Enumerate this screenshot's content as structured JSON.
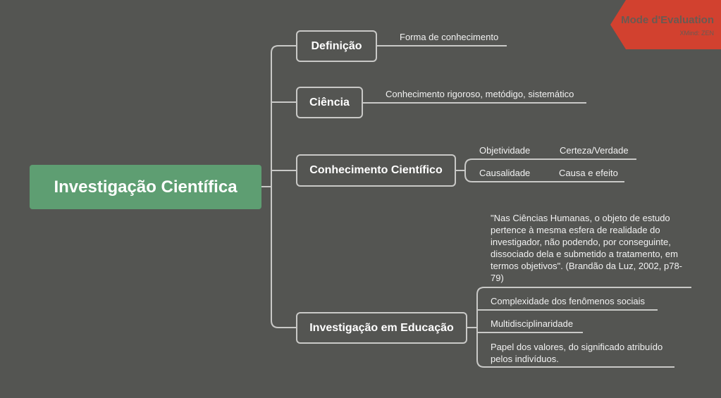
{
  "watermark": {
    "title": "Mode d'Evaluation",
    "brand": "XMind: ZEN"
  },
  "root": {
    "label": "Investigação Científica"
  },
  "branches": [
    {
      "label": "Definição",
      "leaves": [
        "Forma de conhecimento"
      ]
    },
    {
      "label": "Ciência",
      "leaves": [
        "Conhecimento rigoroso, metódigo, sistemático"
      ]
    },
    {
      "label": "Conhecimento Científico",
      "leaves": [
        {
          "label": "Objetividade",
          "child": "Certeza/Verdade"
        },
        {
          "label": "Causalidade",
          "child": "Causa e efeito"
        }
      ]
    },
    {
      "label": "Investigação em Educação",
      "leaves": [
        "\"Nas Ciências Humanas, o  objeto de estudo pertence à mesma esfera de realidade do investigador, não podendo, por conseguinte, dissociado dela e submetido a tratamento, em termos objetivos\". (Brandão da Luz, 2002, p78-79)",
        "Complexidade  dos fenômenos sociais",
        "Multidisciplinaridade",
        "Papel dos valores, do significado atribuído pelos indivíduos."
      ]
    }
  ],
  "colors": {
    "background": "#545552",
    "root": "#5e9e72",
    "line": "#c9c9c7",
    "watermark": "#d2412f"
  }
}
